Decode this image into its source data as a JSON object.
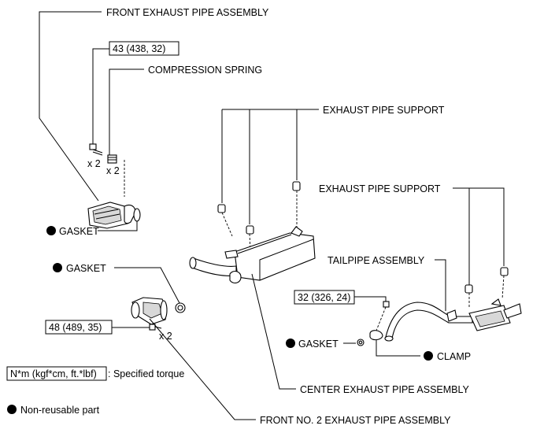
{
  "labels": {
    "front_exhaust_pipe": "FRONT EXHAUST PIPE ASSEMBLY",
    "torque_front": "43 (438, 32)",
    "compression_spring": "COMPRESSION SPRING",
    "qty_bolt": "x 2",
    "qty_spring": "x 2",
    "gasket_front": "GASKET",
    "exhaust_support_center": "EXHAUST PIPE SUPPORT",
    "exhaust_support_tail": "EXHAUST PIPE SUPPORT",
    "tailpipe": "TAILPIPE ASSEMBLY",
    "gasket_no2": "GASKET",
    "torque_tail": "32 (326, 24)",
    "torque_no2": "48 (489, 35)",
    "qty_no2": "x 2",
    "gasket_tail": "GASKET",
    "clamp": "CLAMP",
    "center_exhaust_pipe": "CENTER EXHAUST PIPE ASSEMBLY",
    "front_no2_exhaust_pipe": "FRONT NO. 2 EXHAUST PIPE ASSEMBLY"
  },
  "legend": {
    "torque_unit": "N*m (kgf*cm, ft.*lbf)",
    "torque_desc": ": Specified torque",
    "non_reusable": "Non-reusable part"
  }
}
